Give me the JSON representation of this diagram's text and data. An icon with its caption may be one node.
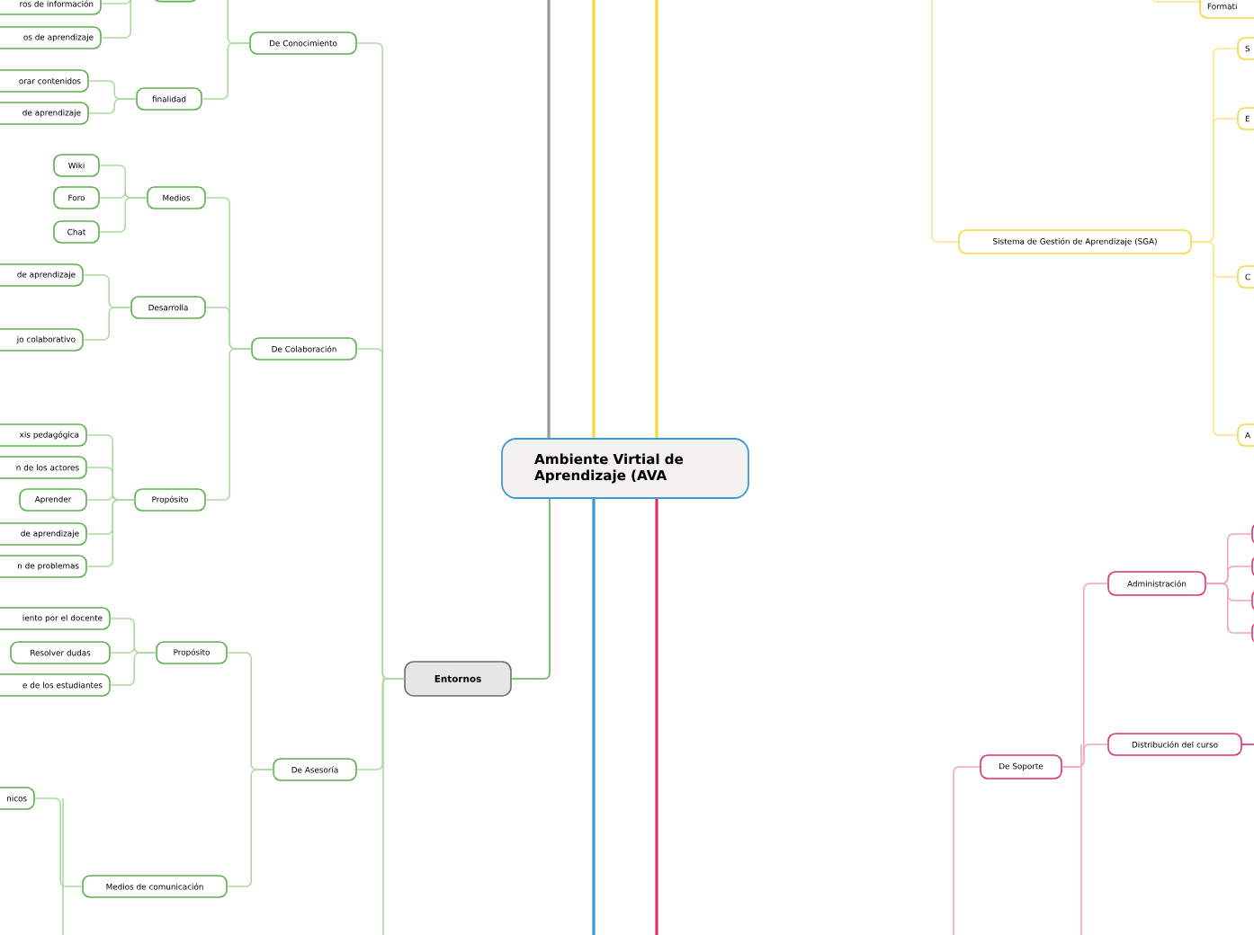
{
  "diagram": {
    "nodes": [
      {
        "text": [
          "Ambiente Virtial de Aprendizaje (AVA"
        ]
      },
      {
        "text": [
          "Entornos"
        ]
      },
      {
        "text": [
          "De Conocimiento"
        ]
      },
      {
        "text": [],
        "shape": "box"
      },
      {
        "text": [
          "ros de información"
        ]
      },
      {
        "text": [
          "os de aprendizaje"
        ]
      },
      {
        "text": [
          "finalidad"
        ]
      },
      {
        "text": [
          "orar contenidos"
        ]
      },
      {
        "text": [
          "de aprendizaje"
        ]
      },
      {
        "text": [
          "De Colaboración"
        ]
      },
      {
        "text": [
          "Medios"
        ]
      },
      {
        "text": [
          "Wiki"
        ]
      },
      {
        "text": [
          "Foro"
        ]
      },
      {
        "text": [
          "Chat"
        ]
      },
      {
        "text": [
          "Desarrolla"
        ]
      },
      {
        "text": [
          "de aprendizaje"
        ]
      },
      {
        "text": [
          "jo colaborativo"
        ]
      },
      {
        "text": [
          "Propósito"
        ]
      },
      {
        "text": [
          "xis pedagógica"
        ]
      },
      {
        "text": [
          "n de los actores"
        ]
      },
      {
        "text": [
          "Aprender"
        ]
      },
      {
        "text": [
          "de aprendizaje"
        ]
      },
      {
        "text": [
          "n de problemas"
        ]
      },
      {
        "text": [
          "De Asesoría"
        ]
      },
      {
        "text": [
          "Propósito"
        ]
      },
      {
        "text": [
          "iento por el docente"
        ]
      },
      {
        "text": [
          "Resolver dudas"
        ]
      },
      {
        "text": [
          "e de los estudiantes"
        ]
      },
      {
        "text": [
          "Medios de comunicación"
        ]
      },
      {
        "text": [
          "nicos"
        ]
      },
      {
        "text": [
          "Formati"
        ]
      },
      {
        "text": [
          "Sistema de Gestión de Aprendizaje (SGA)"
        ]
      },
      {
        "text": [
          "S"
        ]
      },
      {
        "text": [
          "E"
        ]
      },
      {
        "text": [
          "C"
        ]
      },
      {
        "text": [
          "A"
        ]
      },
      {
        "text": [
          "De Soporte"
        ]
      },
      {
        "text": [
          "Administración"
        ]
      },
      {
        "text": [],
        "shape": "box"
      },
      {
        "text": [],
        "shape": "box"
      },
      {
        "text": [],
        "shape": "box"
      },
      {
        "text": [],
        "shape": "box"
      },
      {
        "text": [
          "Distribución del curso"
        ]
      }
    ],
    "edges": [
      {
        "from": 0,
        "to": 1,
        "arrow": "none",
        "color": "#5cb04e"
      },
      {
        "from": 1,
        "to": 2,
        "arrow": "none"
      },
      {
        "from": 2,
        "to": 3,
        "arrow": "none"
      },
      {
        "from": 3,
        "to": 4,
        "arrow": "none"
      },
      {
        "from": 3,
        "to": 5,
        "arrow": "none"
      },
      {
        "from": 2,
        "to": 6,
        "arrow": "none"
      },
      {
        "from": 6,
        "to": 7,
        "arrow": "none"
      },
      {
        "from": 6,
        "to": 8,
        "arrow": "none"
      },
      {
        "from": 1,
        "to": 9,
        "arrow": "none"
      },
      {
        "from": 9,
        "to": 10,
        "arrow": "none"
      },
      {
        "from": 10,
        "to": 11,
        "arrow": "none"
      },
      {
        "from": 10,
        "to": 12,
        "arrow": "none"
      },
      {
        "from": 10,
        "to": 13,
        "arrow": "none"
      },
      {
        "from": 9,
        "to": 14,
        "arrow": "none"
      },
      {
        "from": 14,
        "to": 15,
        "arrow": "none"
      },
      {
        "from": 14,
        "to": 16,
        "arrow": "none"
      },
      {
        "from": 9,
        "to": 17,
        "arrow": "none"
      },
      {
        "from": 17,
        "to": 18,
        "arrow": "none"
      },
      {
        "from": 17,
        "to": 19,
        "arrow": "none"
      },
      {
        "from": 17,
        "to": 20,
        "arrow": "none"
      },
      {
        "from": 17,
        "to": 21,
        "arrow": "none"
      },
      {
        "from": 17,
        "to": 22,
        "arrow": "none"
      },
      {
        "from": 1,
        "to": 23,
        "arrow": "none"
      },
      {
        "from": 23,
        "to": 24,
        "arrow": "none"
      },
      {
        "from": 24,
        "to": 25,
        "arrow": "none"
      },
      {
        "from": 24,
        "to": 26,
        "arrow": "none"
      },
      {
        "from": 24,
        "to": 27,
        "arrow": "none"
      },
      {
        "from": 23,
        "to": 28,
        "arrow": "none"
      },
      {
        "from": 28,
        "to": 29,
        "arrow": "none"
      },
      {
        "from": 31,
        "to": 32,
        "arrow": "none",
        "color": "#fbe68a"
      },
      {
        "from": 31,
        "to": 33,
        "arrow": "none",
        "color": "#fbe68a"
      },
      {
        "from": 31,
        "to": 34,
        "arrow": "none",
        "color": "#fbe68a"
      },
      {
        "from": 31,
        "to": 35,
        "arrow": "none",
        "color": "#fbe68a"
      },
      {
        "from": 36,
        "to": 37,
        "arrow": "none",
        "color": "#f3a3be"
      },
      {
        "from": 36,
        "to": 42,
        "arrow": "none",
        "color": "#f3a3be"
      },
      {
        "from": 37,
        "to": 38,
        "arrow": "none",
        "color": "#f3a3be"
      },
      {
        "from": 37,
        "to": 39,
        "arrow": "none",
        "color": "#f3a3be"
      },
      {
        "from": 37,
        "to": 40,
        "arrow": "none",
        "color": "#f3a3be"
      },
      {
        "from": 37,
        "to": 41,
        "arrow": "none",
        "color": "#f3a3be"
      }
    ]
  }
}
